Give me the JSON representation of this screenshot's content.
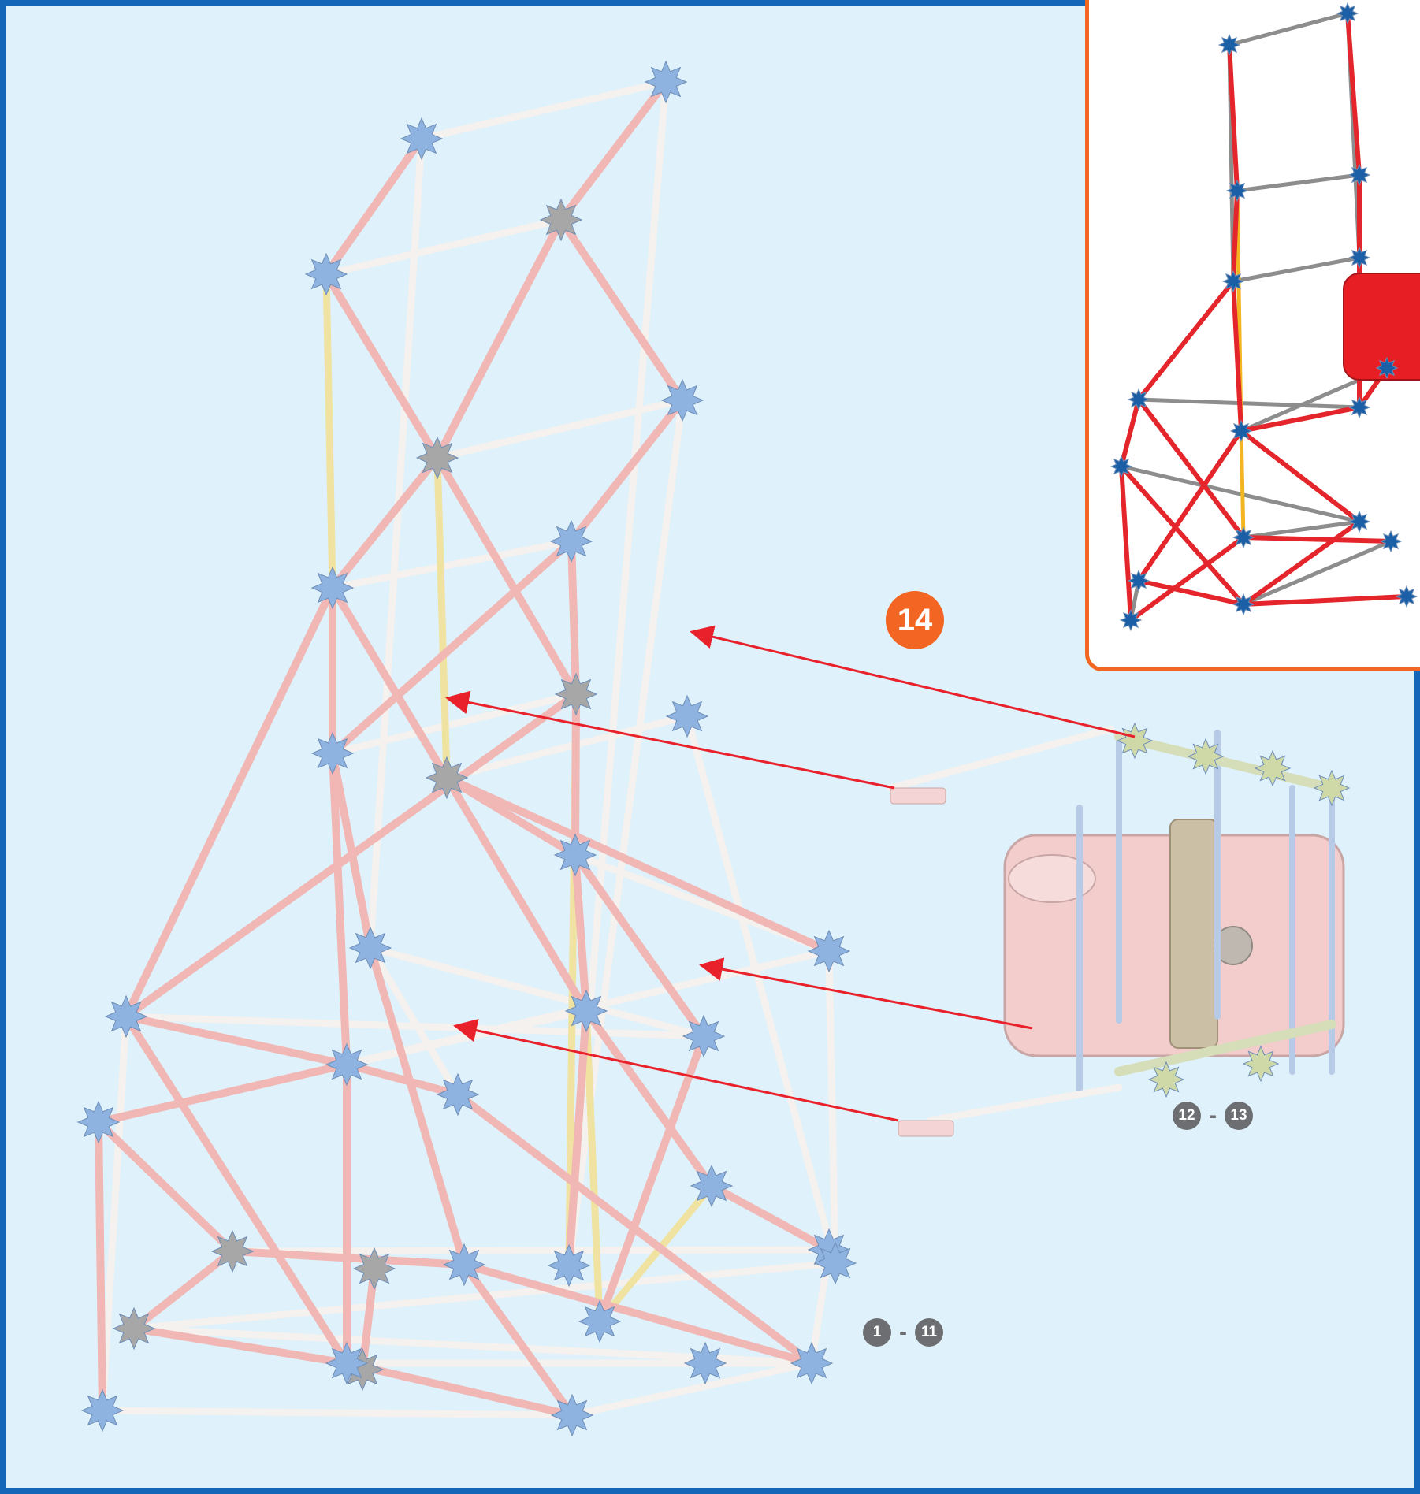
{
  "step": {
    "number": "14",
    "color": "#f26522"
  },
  "references": [
    {
      "id": "steps-1-11",
      "from": "1",
      "to": "11",
      "separator": "-",
      "color": "#6d6e71"
    },
    {
      "id": "steps-12-13",
      "from": "12",
      "to": "13",
      "separator": "-",
      "color": "#6d6e71"
    }
  ],
  "colors": {
    "background": "#dff1fa",
    "frame": "#1466b8",
    "inset_border": "#f26522",
    "arrow": "#e8212b",
    "ghost_rod_pink": "#f0b7b4",
    "ghost_rod_white": "#f4f1ee",
    "ghost_rod_yellow": "#f0e2a0",
    "ghost_connector_blue": "#8fb3e0",
    "ghost_connector_grey": "#a7a7a7",
    "motor_pink": "#f3cccc",
    "inset_rod_red": "#e4252b",
    "inset_rod_grey": "#8d8d8d",
    "inset_rod_yellow": "#f3b521",
    "inset_connector_blue": "#1b5fa6",
    "inset_motor_red": "#e71f25"
  },
  "icons": {
    "assembly": "knex-tower-assembly-icon",
    "motor": "motor-unit-icon",
    "inset": "completed-model-preview-icon",
    "arrow": "placement-arrow-icon"
  }
}
